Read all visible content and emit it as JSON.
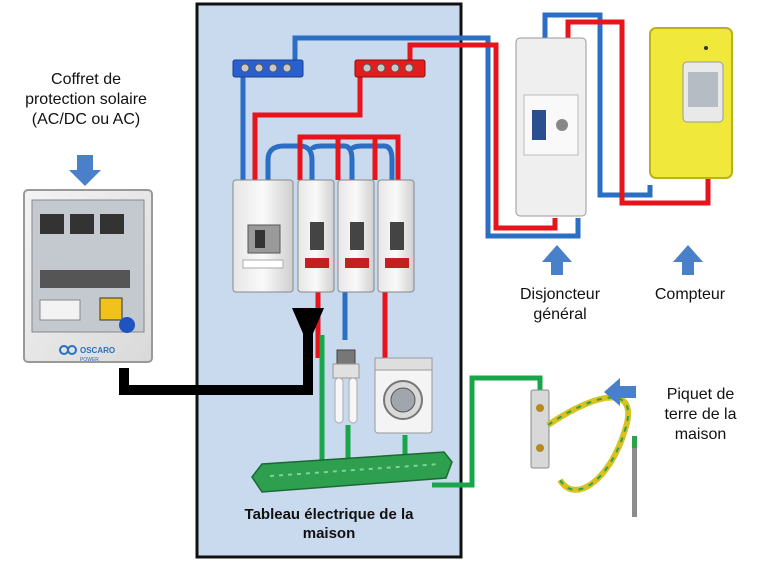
{
  "labels": {
    "solar_box": [
      "Coffret de",
      "protection solaire",
      "(AC/DC ou AC)"
    ],
    "main_breaker": [
      "Disjoncteur",
      "général"
    ],
    "meter": "Compteur",
    "ground_rod": [
      "Piquet de",
      "terre de la",
      "maison"
    ],
    "panel": [
      "Tableau électrique de la",
      "maison"
    ],
    "brand": "OSCARO",
    "brand_sub": "POWER"
  },
  "colors": {
    "phase": "#e8141c",
    "neutral": "#2a6fc4",
    "earth": "#19a64a",
    "solar_link": "#000000",
    "arrow": "#4a7fc9",
    "panel_bg": "#c9d9ee",
    "panel_border": "#111111",
    "meter_body": "#f0e83a",
    "busbar": "#2e9e4f"
  },
  "icons": [
    "down-arrow-icon",
    "left-arrow-icon",
    "up-arrow-icon",
    "lightbulb-icon",
    "washing-machine-icon"
  ]
}
